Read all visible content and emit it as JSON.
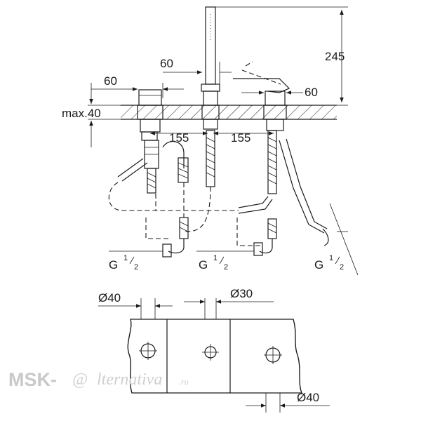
{
  "drawing": {
    "dimensions": {
      "height_total": "245",
      "handle_offset": "60",
      "left_spacing": "60",
      "right_spacing": "60",
      "deck_thickness": "max.40",
      "spacing_left": "155",
      "spacing_right": "155",
      "thread_prefix": "G",
      "thread_num": "1",
      "thread_den": "2",
      "bore_left": "Ø40",
      "bore_center": "Ø30",
      "bore_right": "Ø40"
    }
  },
  "watermark": {
    "brand_left": "MSK-",
    "brand_at": "@",
    "brand_script": "lternativa",
    "brand_tld": ".ru"
  }
}
